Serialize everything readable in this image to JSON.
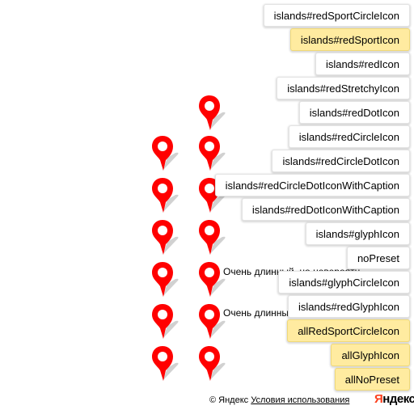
{
  "controls": [
    {
      "label": "islands#redSportCircleIcon",
      "selected": false
    },
    {
      "label": "islands#redSportIcon",
      "selected": true
    },
    {
      "label": "islands#redIcon",
      "selected": false
    },
    {
      "label": "islands#redStretchyIcon",
      "selected": false
    },
    {
      "label": "islands#redDotIcon",
      "selected": false
    },
    {
      "label": "islands#redCircleIcon",
      "selected": false
    },
    {
      "label": "islands#redCircleDotIcon",
      "selected": false
    },
    {
      "label": "islands#redCircleDotIconWithCaption",
      "selected": false
    },
    {
      "label": "islands#redDotIconWithCaption",
      "selected": false
    },
    {
      "label": "islands#glyphIcon",
      "selected": false
    },
    {
      "label": "noPreset",
      "selected": false
    },
    {
      "label": "islands#glyphCircleIcon",
      "selected": false
    },
    {
      "label": "islands#redGlyphIcon",
      "selected": false
    },
    {
      "label": "allRedSportCircleIcon",
      "selected": true
    },
    {
      "label": "allGlyphIcon",
      "selected": true
    },
    {
      "label": "allNoPreset",
      "selected": true
    }
  ],
  "captions": {
    "caption_1": "Очень длинный, но невероятно",
    "caption_2": "Очень длинный, но невероятно"
  },
  "footer": {
    "copyright": "© Яндекс",
    "terms_link": "Условия использования",
    "logo_first": "Я",
    "logo_rest": "ндекс"
  },
  "colors": {
    "pin": "#ff0000",
    "selected_button": "#ffeba0",
    "logo_accent": "#fc3f1d"
  },
  "icons": {
    "placemark": "red-placemark-icon"
  }
}
